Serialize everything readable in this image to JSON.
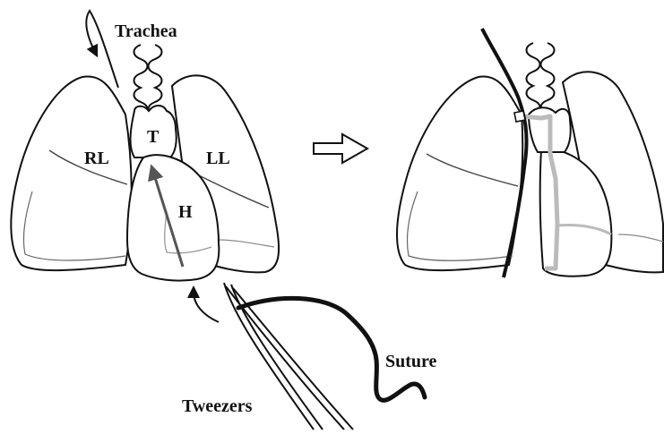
{
  "labels": {
    "trachea": "Trachea",
    "thymus": "T",
    "right_lung": "RL",
    "left_lung": "LL",
    "heart": "H",
    "suture": "Suture",
    "tweezers": "Tweezers"
  },
  "colors": {
    "outline": "#111111",
    "heart_arrow": "#555555",
    "suture_path": "#bbbbbb"
  }
}
